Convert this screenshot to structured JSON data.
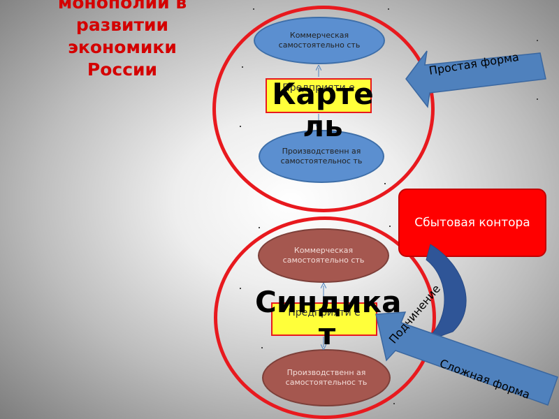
{
  "title_lines": [
    "монополий в",
    "развитии",
    "экономики",
    "России"
  ],
  "kartel": {
    "top_oval": "Коммерческая самостоятельно сть",
    "box_label": "Предприяти е",
    "bottom_oval": "Производственн ая самостоятельнос ть",
    "big_label_1": "Карте",
    "big_label_2": "ль"
  },
  "sindikat": {
    "top_oval": "Коммерческая самостоятельно сть",
    "box_label": "Предприяти е",
    "bottom_oval": "Производственн ая самостоятельнос ть",
    "big_label_1": "Синдика",
    "big_label_2": "т"
  },
  "simple_form": "Простая форма",
  "sales_office": "Сбытовая контора",
  "subordination": "Подчинение",
  "complex_form": "Сложная форма",
  "colors": {
    "circle": "#e8191e",
    "blue_oval": "#5b8fd0",
    "brown_oval": "#a5574f",
    "yellow_box": "#ffff3a",
    "arrow": "#4f81bd",
    "sales_office": "#ff0000"
  }
}
